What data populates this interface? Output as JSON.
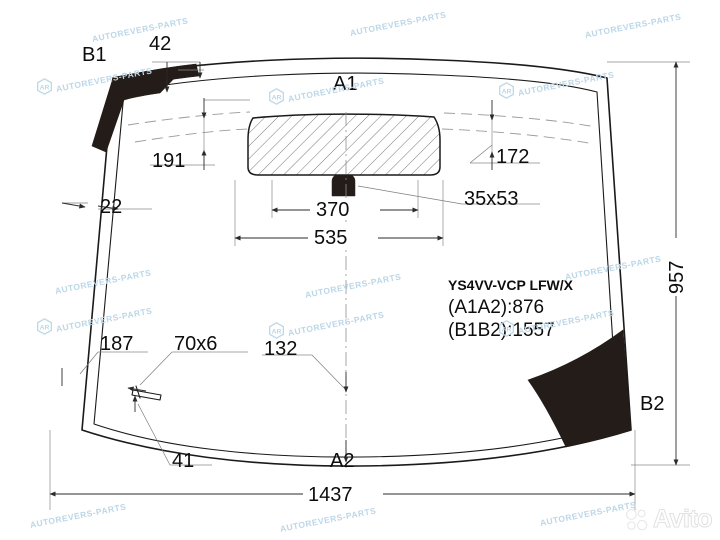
{
  "drawing": {
    "title": "Windshield technical drawing",
    "part_code": "YS4VV-VCP LFW/X",
    "part_dim_a": "(A1A2):876",
    "part_dim_b": "(B1B2):1557",
    "corner_labels": {
      "top_left": "B1",
      "top_center": "A1",
      "bottom_center": "A2",
      "right": "B2"
    },
    "dimensions": {
      "top_edge_offset": "42",
      "left_edge_offset": "22",
      "left_inner": "191",
      "right_inner": "172",
      "mirror_patch": "35x53",
      "shade_width_inner": "370",
      "shade_width_outer": "535",
      "bottom_left_a": "187",
      "bottom_feature": "70x6",
      "bottom_center_dim": "132",
      "bottom_small": "41",
      "overall_width": "1437",
      "overall_height": "957"
    }
  },
  "watermark": {
    "text": "AUTOREVERS-PARTS",
    "logo_text": "AR",
    "color": "#bcd7e8",
    "avito_text": "Avito"
  }
}
